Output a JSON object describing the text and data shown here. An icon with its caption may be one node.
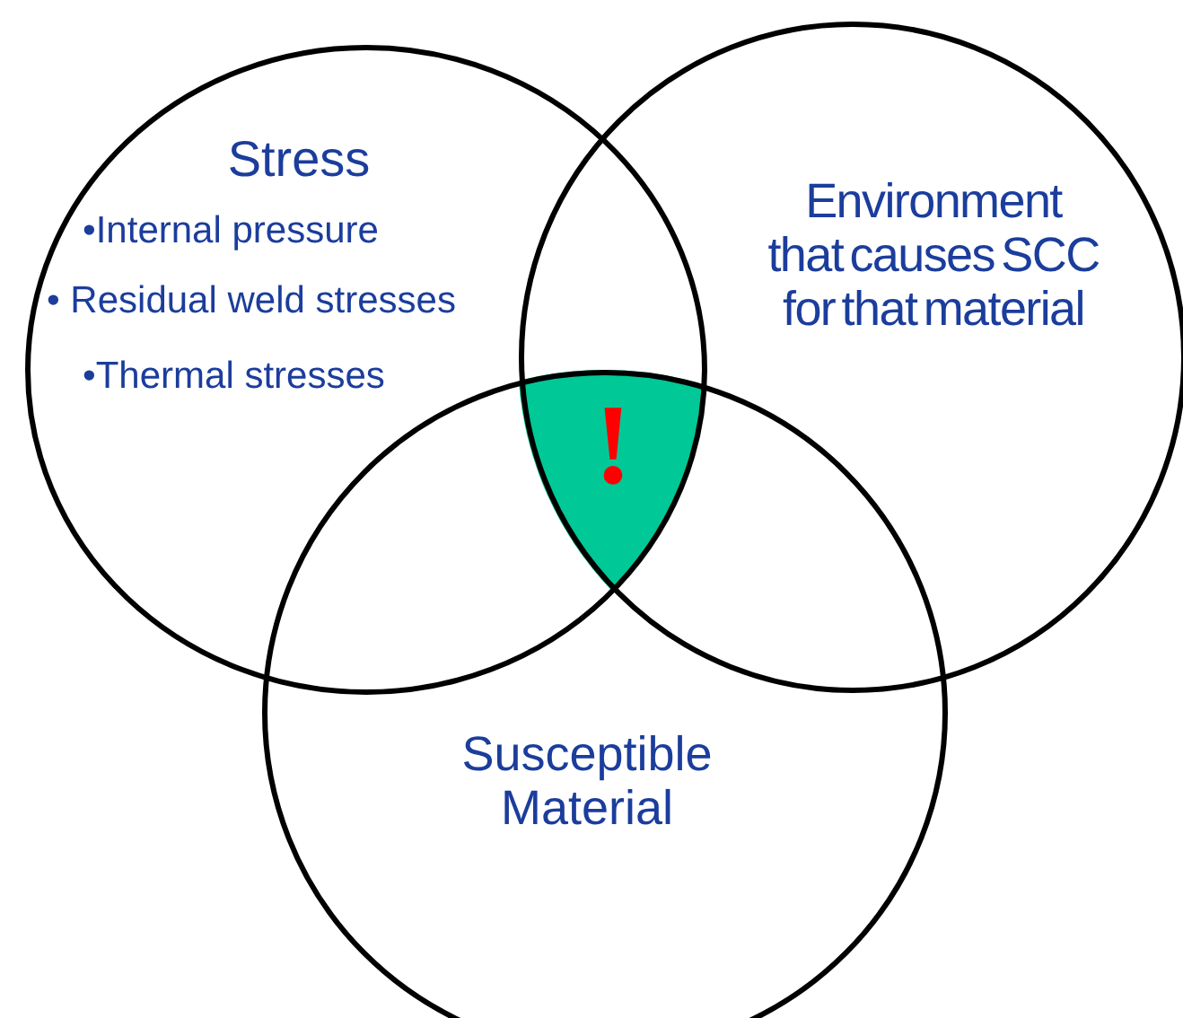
{
  "diagram": {
    "nodes": [
      {
        "text": [
          "Stress",
          "•Internal pressure",
          "• Residual weld stresses",
          "•Thermal stresses"
        ]
      },
      {
        "text": [
          "Environment that causes SCC for that material"
        ]
      },
      {
        "text": [
          "Susceptible Material"
        ]
      },
      {
        "text": [
          "!"
        ]
      }
    ]
  }
}
